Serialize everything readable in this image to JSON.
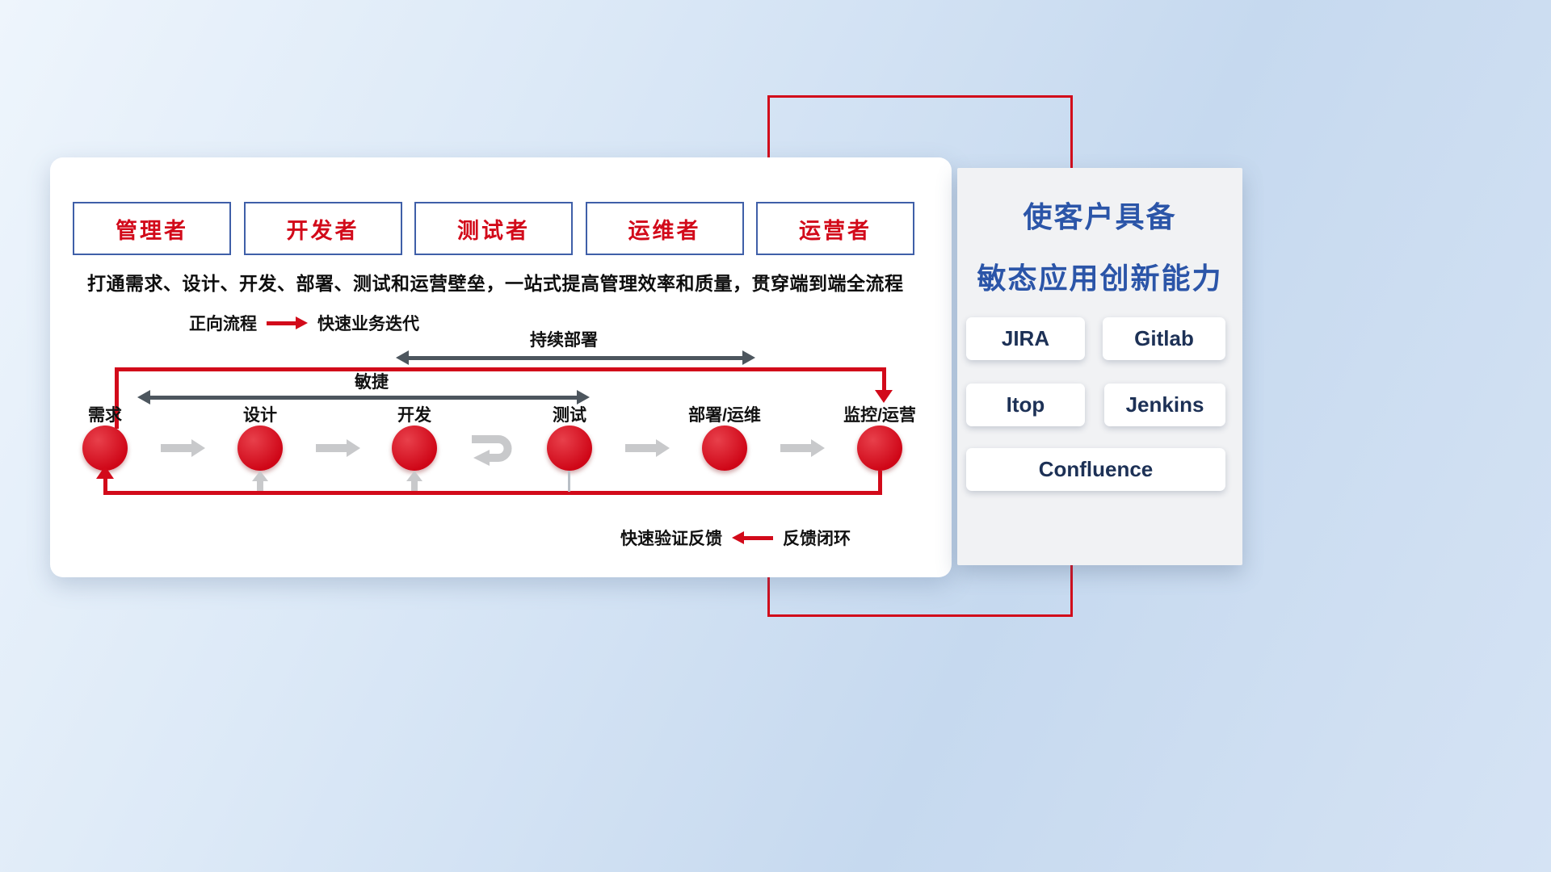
{
  "roles": [
    "管理者",
    "开发者",
    "测试者",
    "运维者",
    "运营者"
  ],
  "description": "打通需求、设计、开发、部署、测试和运营壁垒，一站式提高管理效率和质量，贯穿端到端全流程",
  "legend_forward": {
    "label": "正向流程",
    "value": "快速业务迭代"
  },
  "arrows": {
    "continuous_deploy": "持续部署",
    "agile": "敏捷"
  },
  "stages": [
    "需求",
    "设计",
    "开发",
    "测试",
    "部署/运维",
    "监控/运营"
  ],
  "feedback": {
    "text": "快速验证反馈",
    "legend": "反馈闭环"
  },
  "panel": {
    "title_line1": "使客户具备",
    "title_line2": "敏态应用创新能力",
    "tools": [
      "JIRA",
      "Gitlab",
      "Itop",
      "Jenkins",
      "Confluence"
    ]
  },
  "colors": {
    "red": "#d20a1a",
    "dark_arrow": "#4d565e",
    "gray_arrow": "#c8c9cb",
    "title_blue": "#2b55a8"
  }
}
